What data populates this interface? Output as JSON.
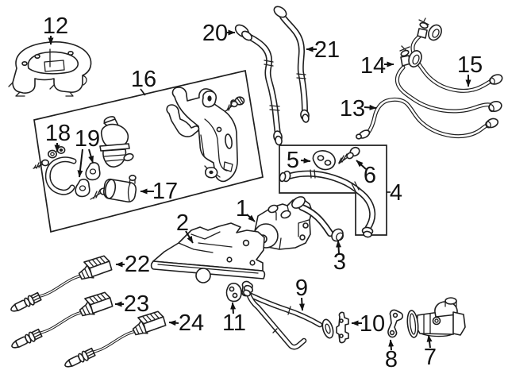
{
  "diagram": {
    "type": "exploded-parts-diagram",
    "background_color": "#ffffff",
    "line_color": "#1f1f1f",
    "label_color": "#121212"
  },
  "callouts": [
    {
      "number": "1"
    },
    {
      "number": "2"
    },
    {
      "number": "3"
    },
    {
      "number": "4"
    },
    {
      "number": "5"
    },
    {
      "number": "6"
    },
    {
      "number": "7"
    },
    {
      "number": "8"
    },
    {
      "number": "9"
    },
    {
      "number": "10"
    },
    {
      "number": "11"
    },
    {
      "number": "12"
    },
    {
      "number": "13"
    },
    {
      "number": "14"
    },
    {
      "number": "15"
    },
    {
      "number": "16"
    },
    {
      "number": "17"
    },
    {
      "number": "18"
    },
    {
      "number": "19"
    },
    {
      "number": "20"
    },
    {
      "number": "21"
    },
    {
      "number": "22"
    },
    {
      "number": "23"
    },
    {
      "number": "24"
    }
  ]
}
